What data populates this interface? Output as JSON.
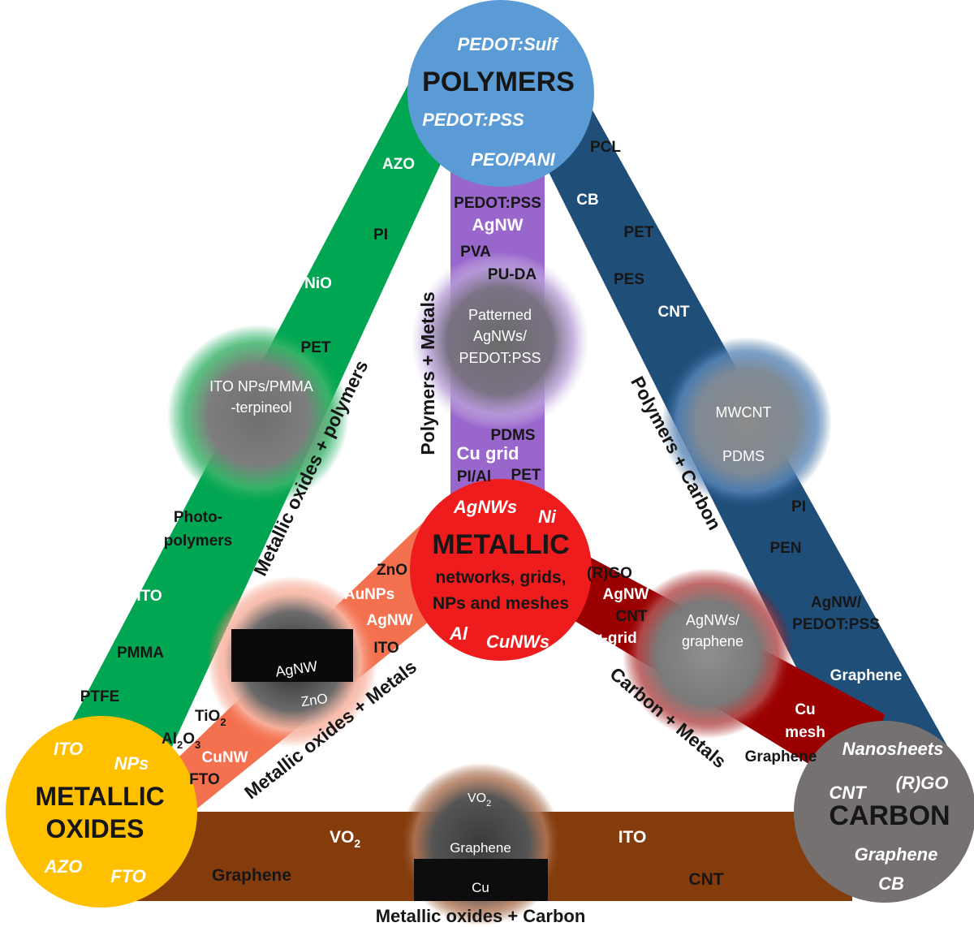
{
  "hubs": {
    "polymers": {
      "title": "POLYMERS",
      "examples": [
        "PEDOT:Sulf",
        "PEDOT:PSS",
        "PEO/PANI"
      ],
      "color": "#5b9bd5"
    },
    "metallic": {
      "title": "METALLIC",
      "subtitle_line1": "networks, grids,",
      "subtitle_line2": "NPs and meshes",
      "examples": [
        "AgNWs",
        "Ni",
        "Al",
        "CuNWs"
      ],
      "color": "#ee1c1c"
    },
    "metallic_oxides": {
      "title_line1": "METALLIC",
      "title_line2": "OXIDES",
      "examples": [
        "ITO",
        "NPs",
        "AZO",
        "FTO"
      ],
      "color": "#ffc000"
    },
    "carbon": {
      "title": "CARBON",
      "examples": [
        "Nanosheets",
        "CNT",
        "(R)GO",
        "Graphene",
        "CB"
      ],
      "color": "#767171"
    }
  },
  "bands": {
    "oxides_polymers": {
      "label": "Metallic oxides + polymers",
      "materials": [
        "AZO",
        "PI",
        "NiO",
        "PET",
        "Photo-",
        "polymers",
        "ITO",
        "PMMA",
        "PTFE"
      ],
      "image_caption_line1": "ITO NPs/PMMA",
      "image_caption_line2": "-terpineol",
      "color": "#00a651"
    },
    "polymers_metals": {
      "label": "Polymers + Metals",
      "materials": [
        "PEDOT:PSS",
        "AgNW",
        "PVA",
        "PU-DA",
        "PDMS",
        "Cu grid",
        "PI/Al",
        "PET"
      ],
      "image_caption_line1": "Patterned",
      "image_caption_line2": "AgNWs/",
      "image_caption_line3": "PEDOT:PSS",
      "color": "#9966cc"
    },
    "polymers_carbon": {
      "label": "Polymers + Carbon",
      "materials": [
        "PCL",
        "CB",
        "PET",
        "PES",
        "CNT",
        "PI",
        "PEN",
        "AgNW/",
        "PEDOT:PSS",
        "Graphene"
      ],
      "image_caption_line1": "MWCNT",
      "image_caption_line2": "PDMS",
      "color": "#1f4e79"
    },
    "oxides_metals": {
      "label": "Metallic oxides + Metals",
      "materials": [
        "ZnO",
        "AuNPs",
        "AgNW",
        "ITO",
        "TiO",
        "2",
        "Al",
        "2",
        "O",
        "3",
        "CuNW",
        "FTO"
      ],
      "image_caption_line1": "AgNW",
      "image_caption_line2": "ZnO",
      "color": "#f4714f"
    },
    "carbon_metals": {
      "label": "Carbon + Metals",
      "materials": [
        "(R)GO",
        "AgNW",
        "CNT",
        "Ag-grid",
        "Cu",
        "mesh",
        "Graphene"
      ],
      "image_caption_line1": "AgNWs/",
      "image_caption_line2": "graphene",
      "color": "#9b0000"
    },
    "oxides_carbon": {
      "label": "Metallic oxides + Carbon",
      "materials": [
        "VO",
        "2",
        "Graphene",
        "ITO",
        "CNT"
      ],
      "image_caption_line1": "VO",
      "image_caption_line1_sub": "2",
      "image_caption_line2": "Graphene",
      "image_caption_line3": "Cu",
      "color": "#843c0c"
    }
  }
}
